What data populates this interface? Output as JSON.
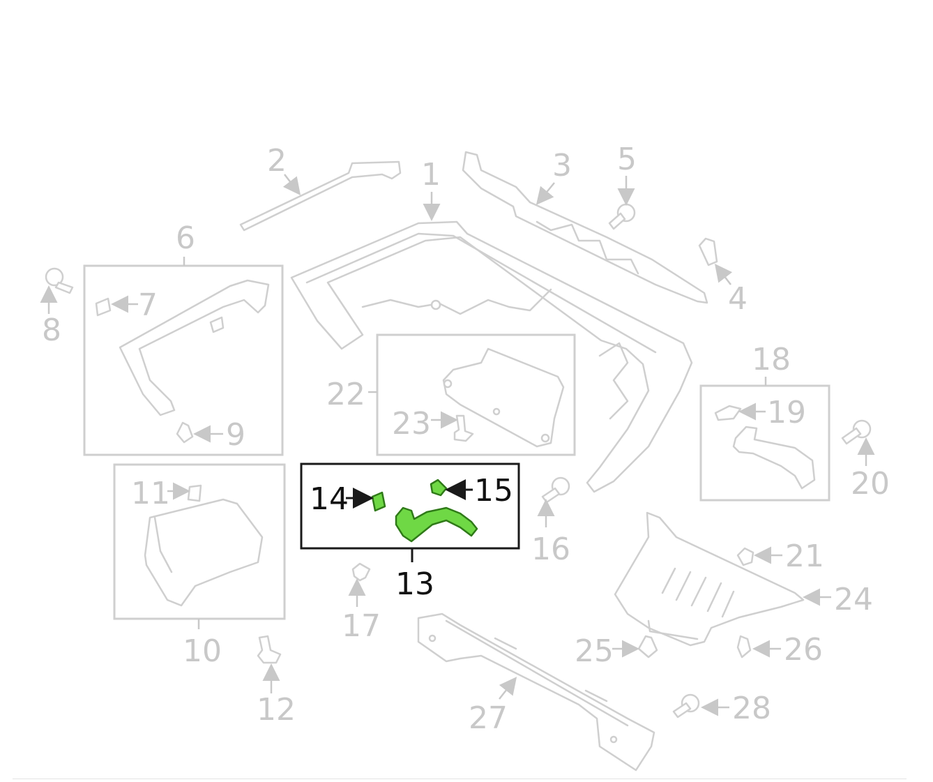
{
  "colors": {
    "highlight_part": "#6fd845",
    "highlight_outline": "#2f7a18",
    "dim_part": "#cfcfcf",
    "dim_text": "#c8c8c8",
    "active_text": "#111111"
  },
  "callouts": {
    "c1": "1",
    "c2": "2",
    "c3": "3",
    "c4": "4",
    "c5": "5",
    "c6": "6",
    "c7": "7",
    "c8": "8",
    "c9": "9",
    "c10": "10",
    "c11": "11",
    "c12": "12",
    "c13": "13",
    "c14": "14",
    "c15": "15",
    "c16": "16",
    "c17": "17",
    "c18": "18",
    "c19": "19",
    "c20": "20",
    "c21": "21",
    "c22": "22",
    "c23": "23",
    "c24": "24",
    "c25": "25",
    "c26": "26",
    "c27": "27",
    "c28": "28"
  },
  "highlighted_callouts": [
    "13",
    "14",
    "15"
  ]
}
